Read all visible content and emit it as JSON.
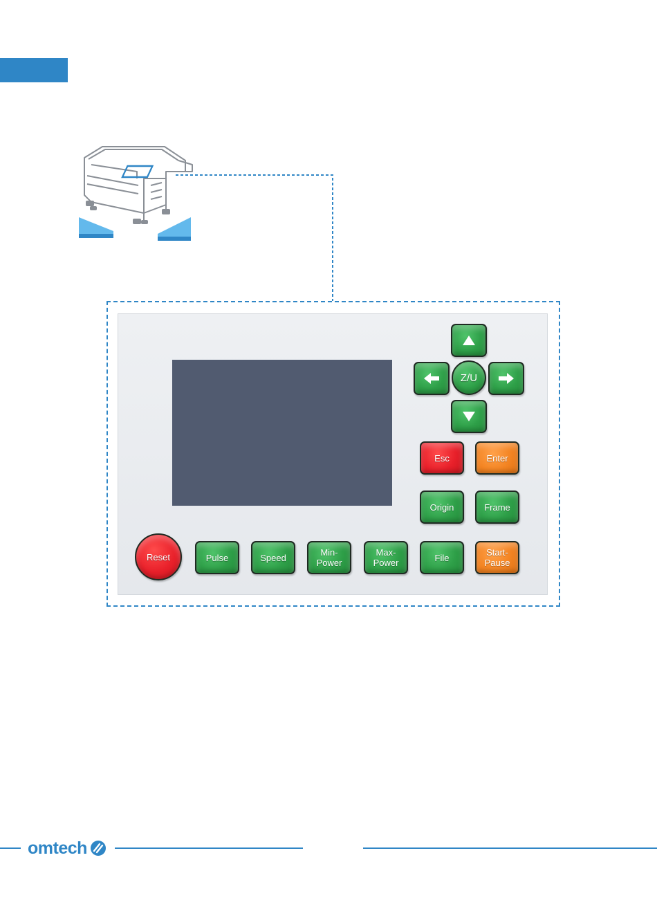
{
  "panel": {
    "keys": {
      "up": "up-arrow-icon",
      "left": "left-arrow-icon",
      "zu": "Z/U",
      "right": "right-arrow-icon",
      "down": "down-arrow-icon",
      "esc": "Esc",
      "enter": "Enter",
      "origin": "Origin",
      "frame": "Frame",
      "reset": "Reset",
      "pulse": "Pulse",
      "speed": "Speed",
      "min_power": "Min-\nPower",
      "max_power": "Max-\nPower",
      "file": "File",
      "start_pause": "Start-\nPause"
    }
  },
  "footer": {
    "logo": "omtech"
  },
  "colors": {
    "accent": "#2f86c6",
    "key_green": "#2e9f48",
    "key_red": "#e8202a",
    "key_orange": "#f38422",
    "lcd": "#515b70"
  }
}
